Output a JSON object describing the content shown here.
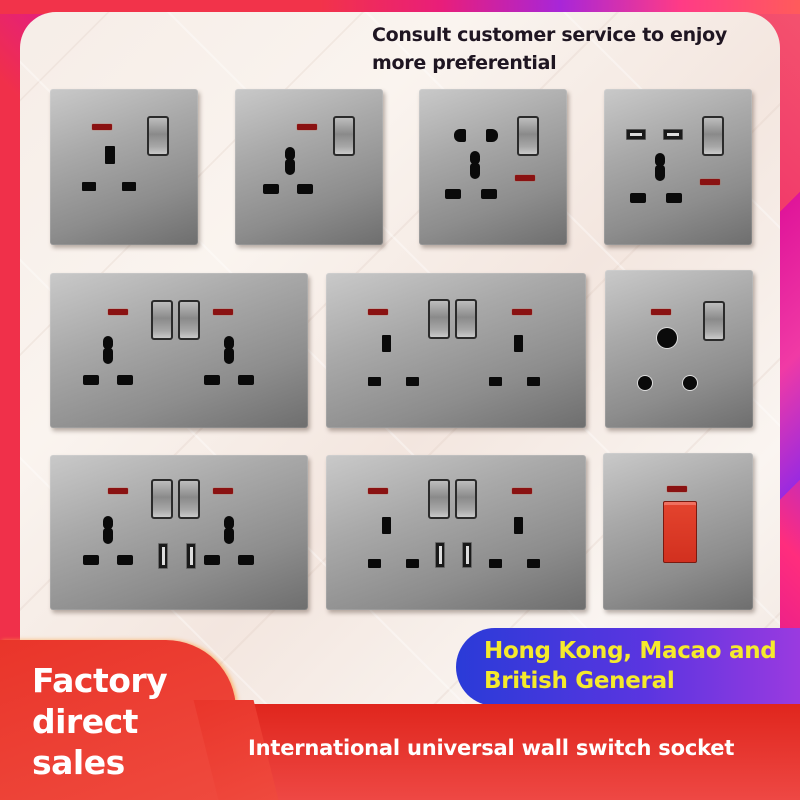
{
  "banner": {
    "promo_line1": "Consult customer service to enjoy",
    "promo_line2": "more preferential",
    "region_line1": "Hong Kong, Macao and",
    "region_line2": "British General",
    "badge_line1": "Factory",
    "badge_line2": "direct",
    "badge_line3": "sales",
    "slogan": "International universal wall switch socket"
  },
  "colors": {
    "frame_red": "#f2334a",
    "frame_magenta": "#e0159a",
    "card_cream": "#f6ede7",
    "promo_text": "#1f1622",
    "region_pill_start": "#2a3bd8",
    "region_pill_end": "#9a3ae0",
    "region_text": "#f5ea2c",
    "bottom_band": "#e0261d",
    "plate_grey": "#a9a9a9",
    "indicator_led": "#8a1212",
    "dp_switch_red": "#d2301f"
  },
  "products": [
    {
      "name": "13A switched UK socket with neon",
      "row": 1,
      "col": 1
    },
    {
      "name": "13A switched universal socket with neon",
      "row": 1,
      "col": 2
    },
    {
      "name": "switched multi-function 5-pin socket with neon",
      "row": 1,
      "col": 3
    },
    {
      "name": "switched universal socket with 2 USB and neon",
      "row": 1,
      "col": 4
    },
    {
      "name": "double switched universal socket with neon",
      "row": 2,
      "col": 1
    },
    {
      "name": "double switched UK socket with neon",
      "row": 2,
      "col": 2
    },
    {
      "name": "15A round-pin switched socket with neon",
      "row": 2,
      "col": 3
    },
    {
      "name": "double switched universal socket with 2 USB",
      "row": 3,
      "col": 1
    },
    {
      "name": "double switched UK socket with 2 USB",
      "row": 3,
      "col": 2
    },
    {
      "name": "45A double-pole switch with neon",
      "row": 3,
      "col": 3
    }
  ]
}
